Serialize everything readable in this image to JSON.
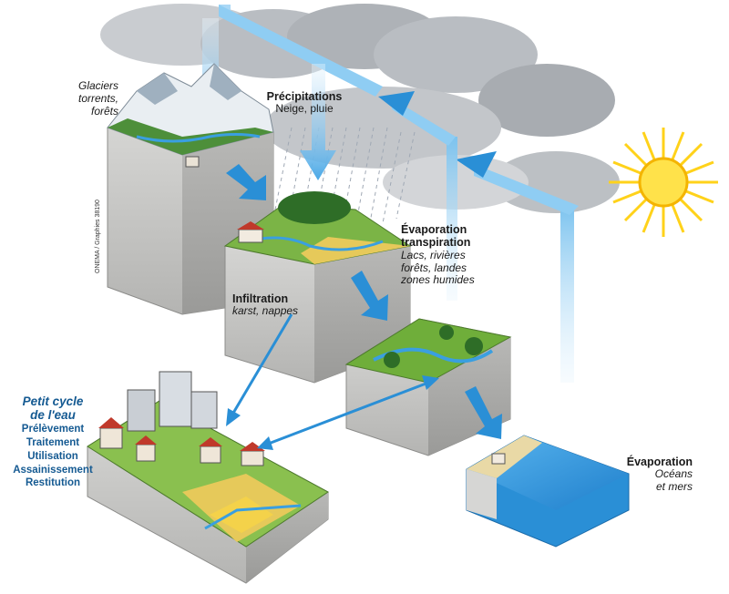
{
  "labels": {
    "glaciers": {
      "line1": "Glaciers",
      "line2": "torrents,",
      "line3": "forêts"
    },
    "precipitations": {
      "title": "Précipitations",
      "sub": "Neige, pluie"
    },
    "evap_transpiration": {
      "title1": "Évaporation",
      "title2": "transpiration",
      "sub1": "Lacs, rivières",
      "sub2": "forêts, landes",
      "sub3": "zones humides"
    },
    "infiltration": {
      "title": "Infiltration",
      "sub": "karst, nappes"
    },
    "evaporation": {
      "title": "Évaporation",
      "sub1": "Océans",
      "sub2": "et mers"
    },
    "petit_cycle": {
      "title1": "Petit cycle",
      "title2": "de l'eau",
      "items": [
        "Prélèvement",
        "Traitement",
        "Utilisation",
        "Assainissement",
        "Restitution"
      ]
    },
    "credit": "ONEMA / Graphies 38190"
  },
  "colors": {
    "arrow_blue": "#2a8fd6",
    "arrow_light": "#aad8f6",
    "cloud": "#b9bdc2",
    "sun": "#ffd21a",
    "water": "#3a9fe0",
    "block_side": "#c8c8c6",
    "grass": "#6fae3a",
    "petit_cycle_text": "#155a92"
  }
}
